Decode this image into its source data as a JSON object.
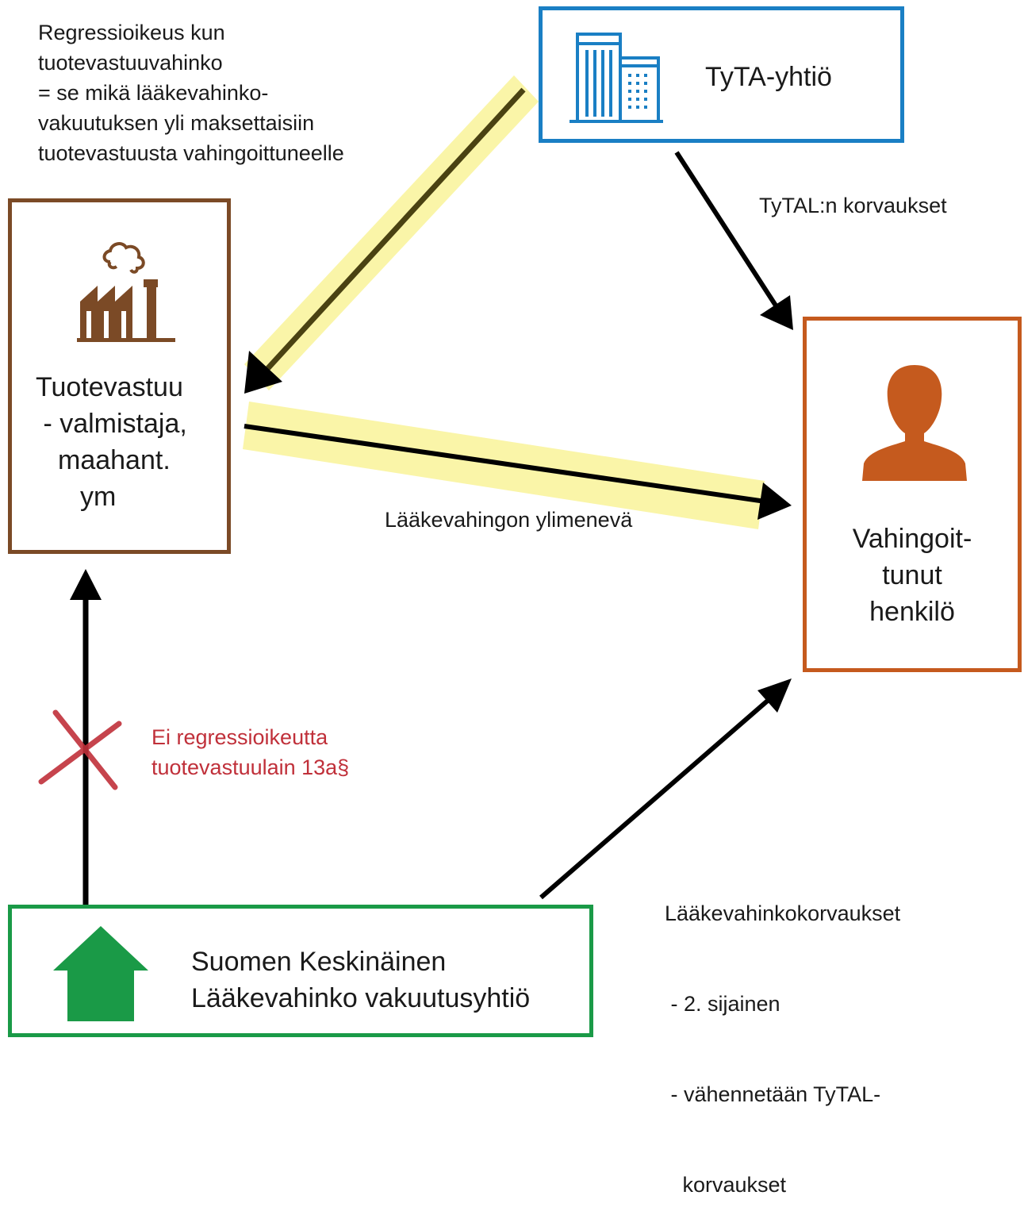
{
  "colors": {
    "tyta_border": "#1a7fc4",
    "maker_border": "#7b4a26",
    "victim_border": "#c55a1e",
    "insurer_border": "#1a9a47",
    "highlight": "#faf5a8",
    "warning_text": "#c0303a",
    "arrow": "#000000"
  },
  "icons": {
    "tyta": "office-buildings-icon",
    "maker": "factory-icon",
    "victim": "person-icon",
    "insurer": "house-icon",
    "no_regress": "red-cross-icon"
  },
  "nodes": {
    "tyta": {
      "title": "TyTA-yhtiö"
    },
    "maker": {
      "lines": [
        "Tuotevastuu",
        " - valmistaja,",
        "maahant.",
        "ym"
      ]
    },
    "victim": {
      "lines": [
        "Vahingoit-",
        "tunut",
        "henkilö"
      ]
    },
    "insurer": {
      "lines": [
        "Suomen Keskinäinen",
        "Lääkevahinko vakuutusyhtiö"
      ]
    }
  },
  "labels": {
    "regress_note": [
      "Regressioikeus kun",
      "tuotevastuuvahinko",
      "= se mikä lääkevahinko-",
      "vakuutuksen yli maksettaisiin",
      "tuotevastuusta vahingoittuneelle"
    ],
    "tytal_comp": "TyTAL:n korvaukset",
    "excess": "Lääkevahingon ylimenevä",
    "no_regress": [
      "Ei regressioikeutta",
      "tuotevastuulain 13a§"
    ],
    "insurer_comp": [
      "Lääkevahinkokorvaukset",
      " - 2. sijainen",
      " - vähennetään TyTAL-",
      "   korvaukset"
    ]
  }
}
